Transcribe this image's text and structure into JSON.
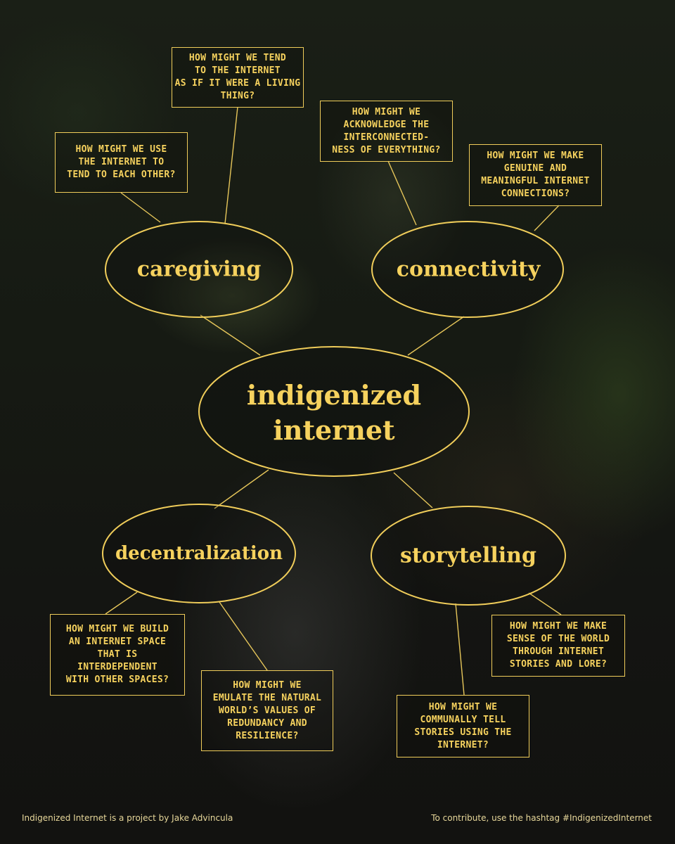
{
  "center": {
    "label": "indigenized\ninternet"
  },
  "themes": {
    "caregiving": "caregiving",
    "connectivity": "connectivity",
    "decentralization": "decentralization",
    "storytelling": "storytelling"
  },
  "questions": {
    "living_thing": "HOW MIGHT WE TEND\nTO THE INTERNET\nAS IF IT WERE A LIVING\nTHING?",
    "tend_each_other": "HOW MIGHT WE USE\nTHE INTERNET TO\nTEND TO EACH OTHER?",
    "interconnectedness": "HOW MIGHT WE\nACKNOWLEDGE THE\nINTERCONNECTED-\nNESS OF EVERYTHING?",
    "genuine_connections": "HOW MIGHT WE MAKE\nGENUINE AND\nMEANINGFUL INTERNET\nCONNECTIONS?",
    "interdependent": "HOW MIGHT WE BUILD\nAN INTERNET SPACE\nTHAT IS\nINTERDEPENDENT\nWITH OTHER SPACES?",
    "redundancy": "HOW MIGHT WE\nEMULATE THE NATURAL\nWORLD’S VALUES OF\nREDUNDANCY AND\nRESILIENCE?",
    "sense_of_world": "HOW MIGHT WE MAKE\nSENSE OF THE WORLD\nTHROUGH INTERNET\nSTORIES AND LORE?",
    "communally_tell": "HOW MIGHT WE\nCOMMUNALLY TELL\nSTORIES USING THE\nINTERNET?"
  },
  "footer": {
    "credit": "Indigenized Internet is a project by Jake Advincula",
    "contribute": "To contribute, use the hashtag #IndigenizedInternet"
  },
  "colors": {
    "accent": "#f6d25e",
    "stroke": "#f0cd5a"
  }
}
